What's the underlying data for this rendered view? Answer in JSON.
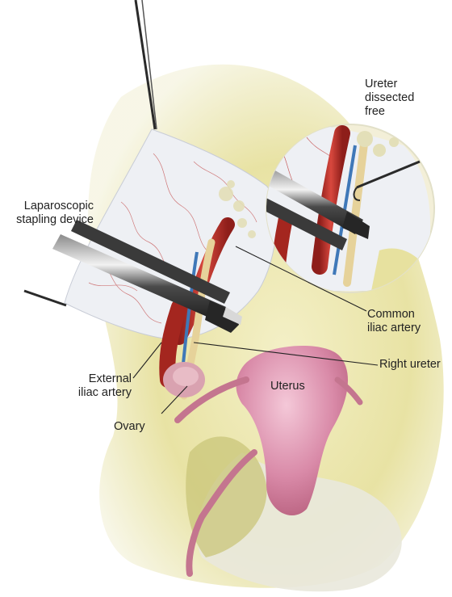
{
  "labels": {
    "ureter_dissected": [
      "Ureter",
      "dissected",
      "free"
    ],
    "stapling_device": [
      "Laparoscopic",
      "stapling device"
    ],
    "common_iliac": [
      "Common",
      "iliac artery"
    ],
    "right_ureter": "Right ureter",
    "external_iliac": [
      "External",
      "iliac artery"
    ],
    "uterus": "Uterus",
    "ovary": "Ovary"
  },
  "colors": {
    "tissue_yellow": "#e8e4a6",
    "peritoneum": "#eef0f4",
    "artery_red": "#b8302a",
    "vein_blue": "#3f78b8",
    "uterus_pink": "#d78aa6",
    "instrument_dark": "#2b2b2b",
    "ureter_tan": "#e6d29a"
  },
  "icons": [
    "grasper-instrument-icon",
    "stapling-device-icon",
    "magnified-inset-icon"
  ]
}
